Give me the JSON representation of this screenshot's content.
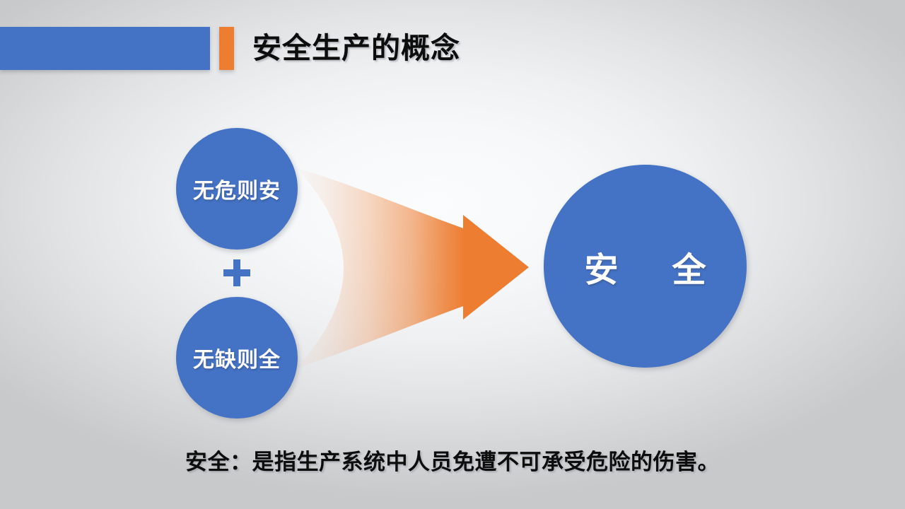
{
  "slide": {
    "title": "安全生产的概念",
    "caption": "安全：是指生产系统中人员免遭不可承受危险的伤害。",
    "theme": {
      "accent_blue": "#4472C4",
      "accent_orange": "#ED7D31",
      "text_color": "#0D0D0D",
      "circle_text_color": "#FFFFFF",
      "background_center": "#FBFCFD",
      "background_edge": "#C8C9CB"
    }
  },
  "diagram": {
    "type": "converging-arrow",
    "inputs": [
      {
        "label": "无危则安"
      },
      {
        "label": "无缺则全"
      }
    ],
    "operator": "+",
    "arrow": {
      "name": "converging-arrow",
      "direction": "right",
      "color": "#ED7D31"
    },
    "output": {
      "label": "安　全"
    }
  }
}
